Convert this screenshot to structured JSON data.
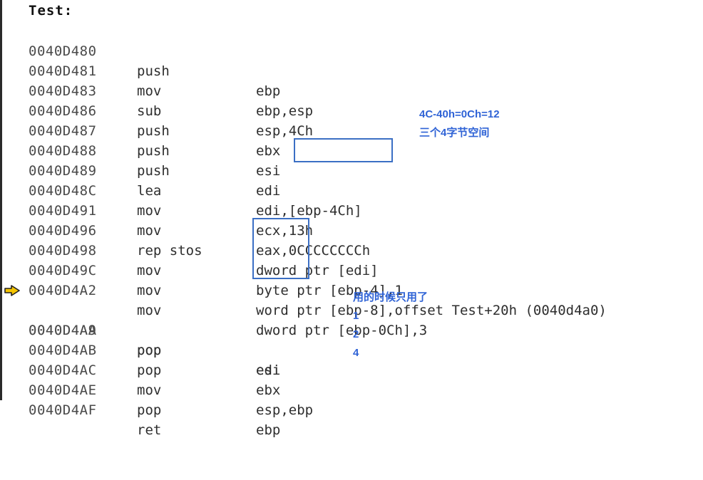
{
  "function": {
    "label": "Test:"
  },
  "rows": [
    {
      "addr": "0040D480",
      "mnem": "push",
      "ops": "ebp"
    },
    {
      "addr": "0040D481",
      "mnem": "mov",
      "ops": "ebp,esp"
    },
    {
      "addr": "0040D483",
      "mnem": "sub",
      "ops": "esp,4Ch"
    },
    {
      "addr": "0040D486",
      "mnem": "push",
      "ops": "ebx"
    },
    {
      "addr": "0040D487",
      "mnem": "push",
      "ops": "esi"
    },
    {
      "addr": "0040D488",
      "mnem": "push",
      "ops": "edi"
    },
    {
      "addr": "0040D489",
      "mnem": "lea",
      "ops": "edi,[ebp-4Ch]"
    },
    {
      "addr": "0040D48C",
      "mnem": "mov",
      "ops": "ecx,13h"
    },
    {
      "addr": "0040D491",
      "mnem": "mov",
      "ops": "eax,0CCCCCCCCh"
    },
    {
      "addr": "0040D496",
      "mnem": "rep stos",
      "ops": "dword ptr [edi]"
    },
    {
      "addr": "0040D498",
      "mnem": "mov",
      "ops": "byte ptr [ebp-4],1"
    },
    {
      "addr": "0040D49C",
      "mnem": "mov",
      "ops": "word ptr [ebp-8],offset Test+20h (0040d4a0)"
    },
    {
      "addr": "0040D4A2",
      "mnem": "mov",
      "ops": "dword ptr [ebp-0Ch],3"
    },
    {
      "addr": "0040D4A9",
      "mnem": "pop",
      "ops": "edi",
      "current": true
    },
    {
      "addr": "0040D4AA",
      "mnem": "pop",
      "ops": "esi"
    },
    {
      "addr": "0040D4AB",
      "mnem": "pop",
      "ops": "ebx"
    },
    {
      "addr": "0040D4AC",
      "mnem": "mov",
      "ops": "esp,ebp"
    },
    {
      "addr": "0040D4AE",
      "mnem": "pop",
      "ops": "ebp"
    },
    {
      "addr": "0040D4AF",
      "mnem": "ret",
      "ops": ""
    }
  ],
  "annotations": {
    "note1": {
      "line1": "4C-40h=0Ch=12",
      "line2": "三个4字节空间"
    },
    "note2": {
      "line1": "用的时候只用了",
      "line2": "1",
      "line3": "2",
      "line4": "4"
    }
  },
  "colors": {
    "annotation": "#2f63d6",
    "highlight_box": "#3b6fc4",
    "current_arrow": "#f5c400"
  },
  "icons": {
    "current_line": "yellow-arrow-icon"
  }
}
